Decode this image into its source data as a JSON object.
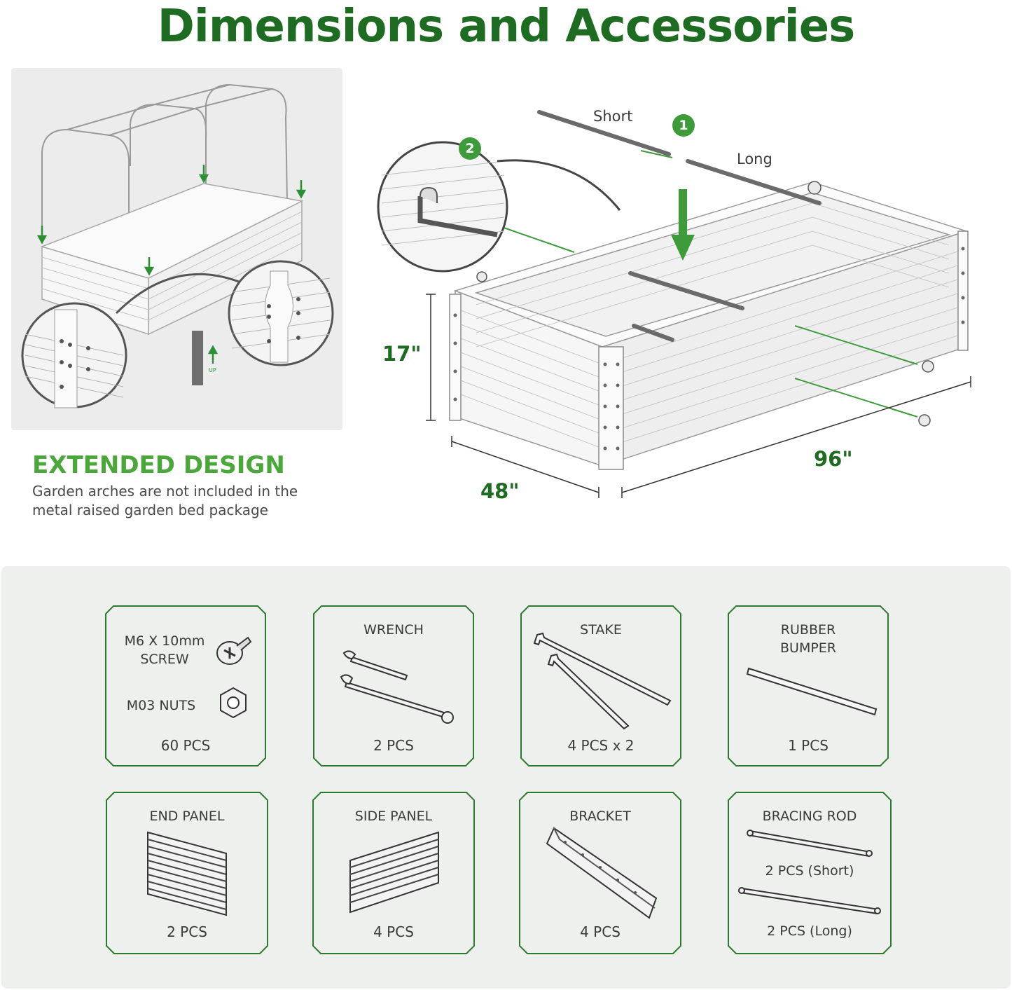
{
  "header": {
    "title": "Dimensions and Accessories"
  },
  "extended": {
    "heading": "EXTENDED DESIGN",
    "note": "Garden arches are not included in the metal raised garden bed package",
    "up_label": "UP"
  },
  "dimensions": {
    "height": "17\"",
    "width": "48\"",
    "length": "96\"",
    "rod_short": "Short",
    "rod_long": "Long",
    "step_1": "1",
    "step_2": "2"
  },
  "accessories": {
    "screw": {
      "name_line1": "M6 X 10mm",
      "name_line2": "SCREW",
      "nuts": "M03 NUTS",
      "qty": "60 PCS"
    },
    "wrench": {
      "name": "WRENCH",
      "qty": "2 PCS"
    },
    "stake": {
      "name": "STAKE",
      "qty": "4 PCS x 2"
    },
    "bumper": {
      "name_line1": "RUBBER",
      "name_line2": "BUMPER",
      "qty": "1 PCS"
    },
    "end_panel": {
      "name": "END PANEL",
      "qty": "2 PCS"
    },
    "side_panel": {
      "name": "SIDE PANEL",
      "qty": "4 PCS"
    },
    "bracket": {
      "name": "BRACKET",
      "qty": "4 PCS"
    },
    "bracing_rod": {
      "name": "BRACING ROD",
      "qty_short": "2 PCS (Short)",
      "qty_long": "2 PCS (Long)"
    }
  },
  "colors": {
    "brand_green": "#1e6b22",
    "accent_green": "#4aa83b",
    "panel_gray": "#ececec"
  }
}
